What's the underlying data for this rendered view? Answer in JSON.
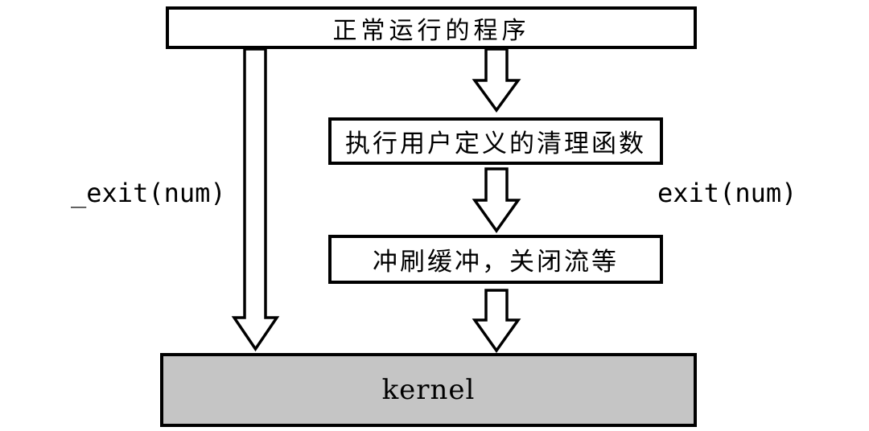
{
  "nodes": {
    "program": {
      "label": "正常运行的程序"
    },
    "cleanup": {
      "label": "执行用户定义的清理函数"
    },
    "flush": {
      "label": "冲刷缓冲，关闭流等"
    },
    "kernel": {
      "label": "kernel"
    }
  },
  "edge_labels": {
    "left": "_exit(num)",
    "right": "exit(num)"
  },
  "colors": {
    "background": "#ffffff",
    "border": "#000000",
    "text": "#000000",
    "kernel_fill": "#c5c5c5",
    "arrow_fill": "#ffffff",
    "arrow_stroke": "#000000"
  },
  "icons": {
    "left_arrow": "down-block-arrow",
    "center_arrow_top": "down-block-arrow",
    "center_arrow_middle": "down-block-arrow",
    "center_arrow_bottom": "down-block-arrow"
  }
}
